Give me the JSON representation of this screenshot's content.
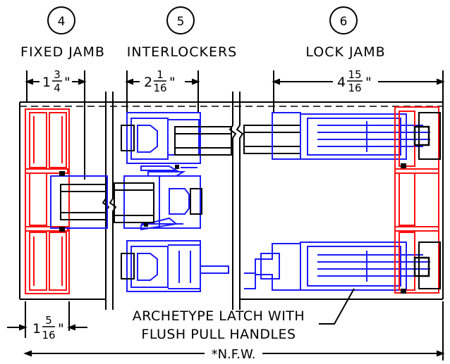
{
  "callouts": [
    {
      "number": "4",
      "label": "FIXED JAMB"
    },
    {
      "number": "5",
      "label": "INTERLOCKERS"
    },
    {
      "number": "6",
      "label": "LOCK JAMB"
    }
  ],
  "dimensions": {
    "fixed_jamb": {
      "whole": "1",
      "num": "3",
      "den": "4",
      "unit": "\""
    },
    "interlockers": {
      "whole": "2",
      "num": "1",
      "den": "16",
      "unit": "\""
    },
    "lock_jamb": {
      "whole": "4",
      "num": "15",
      "den": "16",
      "unit": "\""
    },
    "sill": {
      "whole": "1",
      "num": "5",
      "den": "16",
      "unit": "\""
    },
    "overall": "*N.F.W."
  },
  "note": {
    "line1": "ARCHETYPE LATCH WITH",
    "line2": "FLUSH PULL  HANDLES"
  },
  "colors": {
    "frame": "#ff1010",
    "panel": "#1b1bff",
    "line": "#000000"
  }
}
